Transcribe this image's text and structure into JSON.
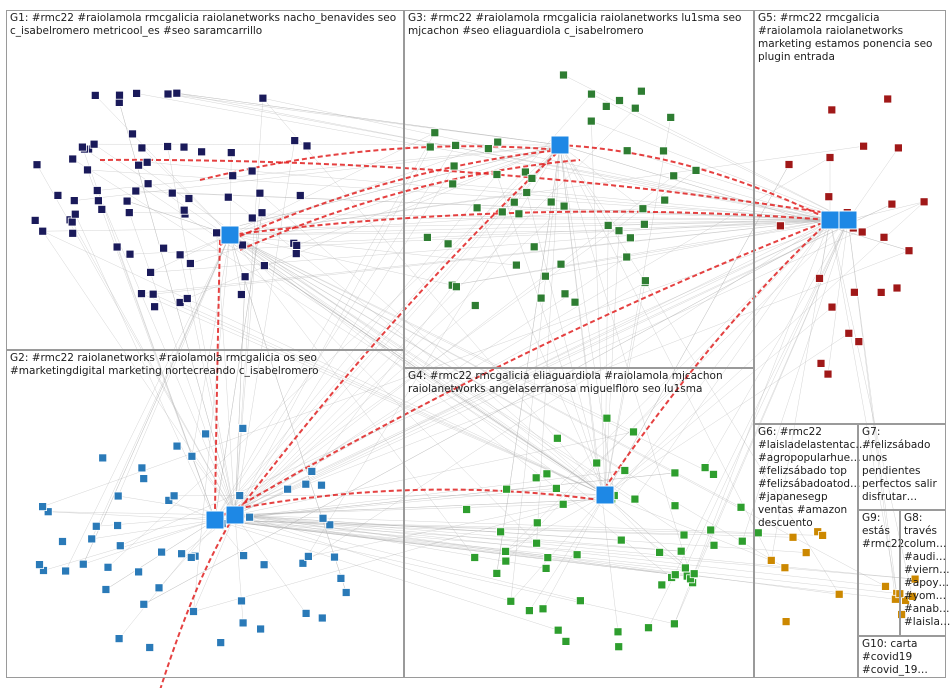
{
  "groups": [
    {
      "id": "G1",
      "label": "G1: #rmc22 #raiolamola rmcgalicia raiolanetworks nacho_benavides seo c_isabelromero metricool_es #seo saramcarrillo"
    },
    {
      "id": "G2",
      "label": "G2: #rmc22 raiolanetworks #raiolamola rmcgalicia os seo #marketingdigital marketing nortecreando c_isabelromero"
    },
    {
      "id": "G3",
      "label": "G3: #rmc22 #raiolamola rmcgalicia raiolanetworks lu1sma seo mjcachon #seo eliaguardiola c_isabelromero"
    },
    {
      "id": "G4",
      "label": "G4: #rmc22 rmcgalicia eliaguardiola #raiolamola mjcachon raiolanetworks angelaserranosa miguelfloro seo lu1sma"
    },
    {
      "id": "G5",
      "label": "G5: #rmc22 rmcgalicia #raiolamola raiolanetworks marketing estamos ponencia seo plugin entrada"
    },
    {
      "id": "G6",
      "label": "G6: #rmc22\n#laisladelastentac…\n#agropopularhue…\n#felizsábado top\n#felizsábadoatod…\n#japanesegp\nventas #amazon\ndescuento"
    },
    {
      "id": "G7",
      "label": "G7:\n#felizsábado\nunos\npendientes\nperfectos salir\ndisfrutar…"
    },
    {
      "id": "G8",
      "label": "G8:\ntravés\ncolum…\n#audi…\n#viern…\n#apoy…\n#yom…\n#anab…\n#laisla…"
    },
    {
      "id": "G9",
      "label": "G9:\nestás\n#rmc22"
    },
    {
      "id": "G10",
      "label": "G10: carta\n#covid19\n#covid_19…"
    }
  ],
  "colors": {
    "edge": "#b0b0b0",
    "highlight_edge": "#e02020",
    "border": "#9a9a9a",
    "node_G1": "#1a1a5a",
    "node_G2": "#2a7ab8",
    "node_G3": "#2e7d32",
    "node_G4": "#2e9e2e",
    "node_G5": "#a01818",
    "node_small": "#cc8800"
  }
}
